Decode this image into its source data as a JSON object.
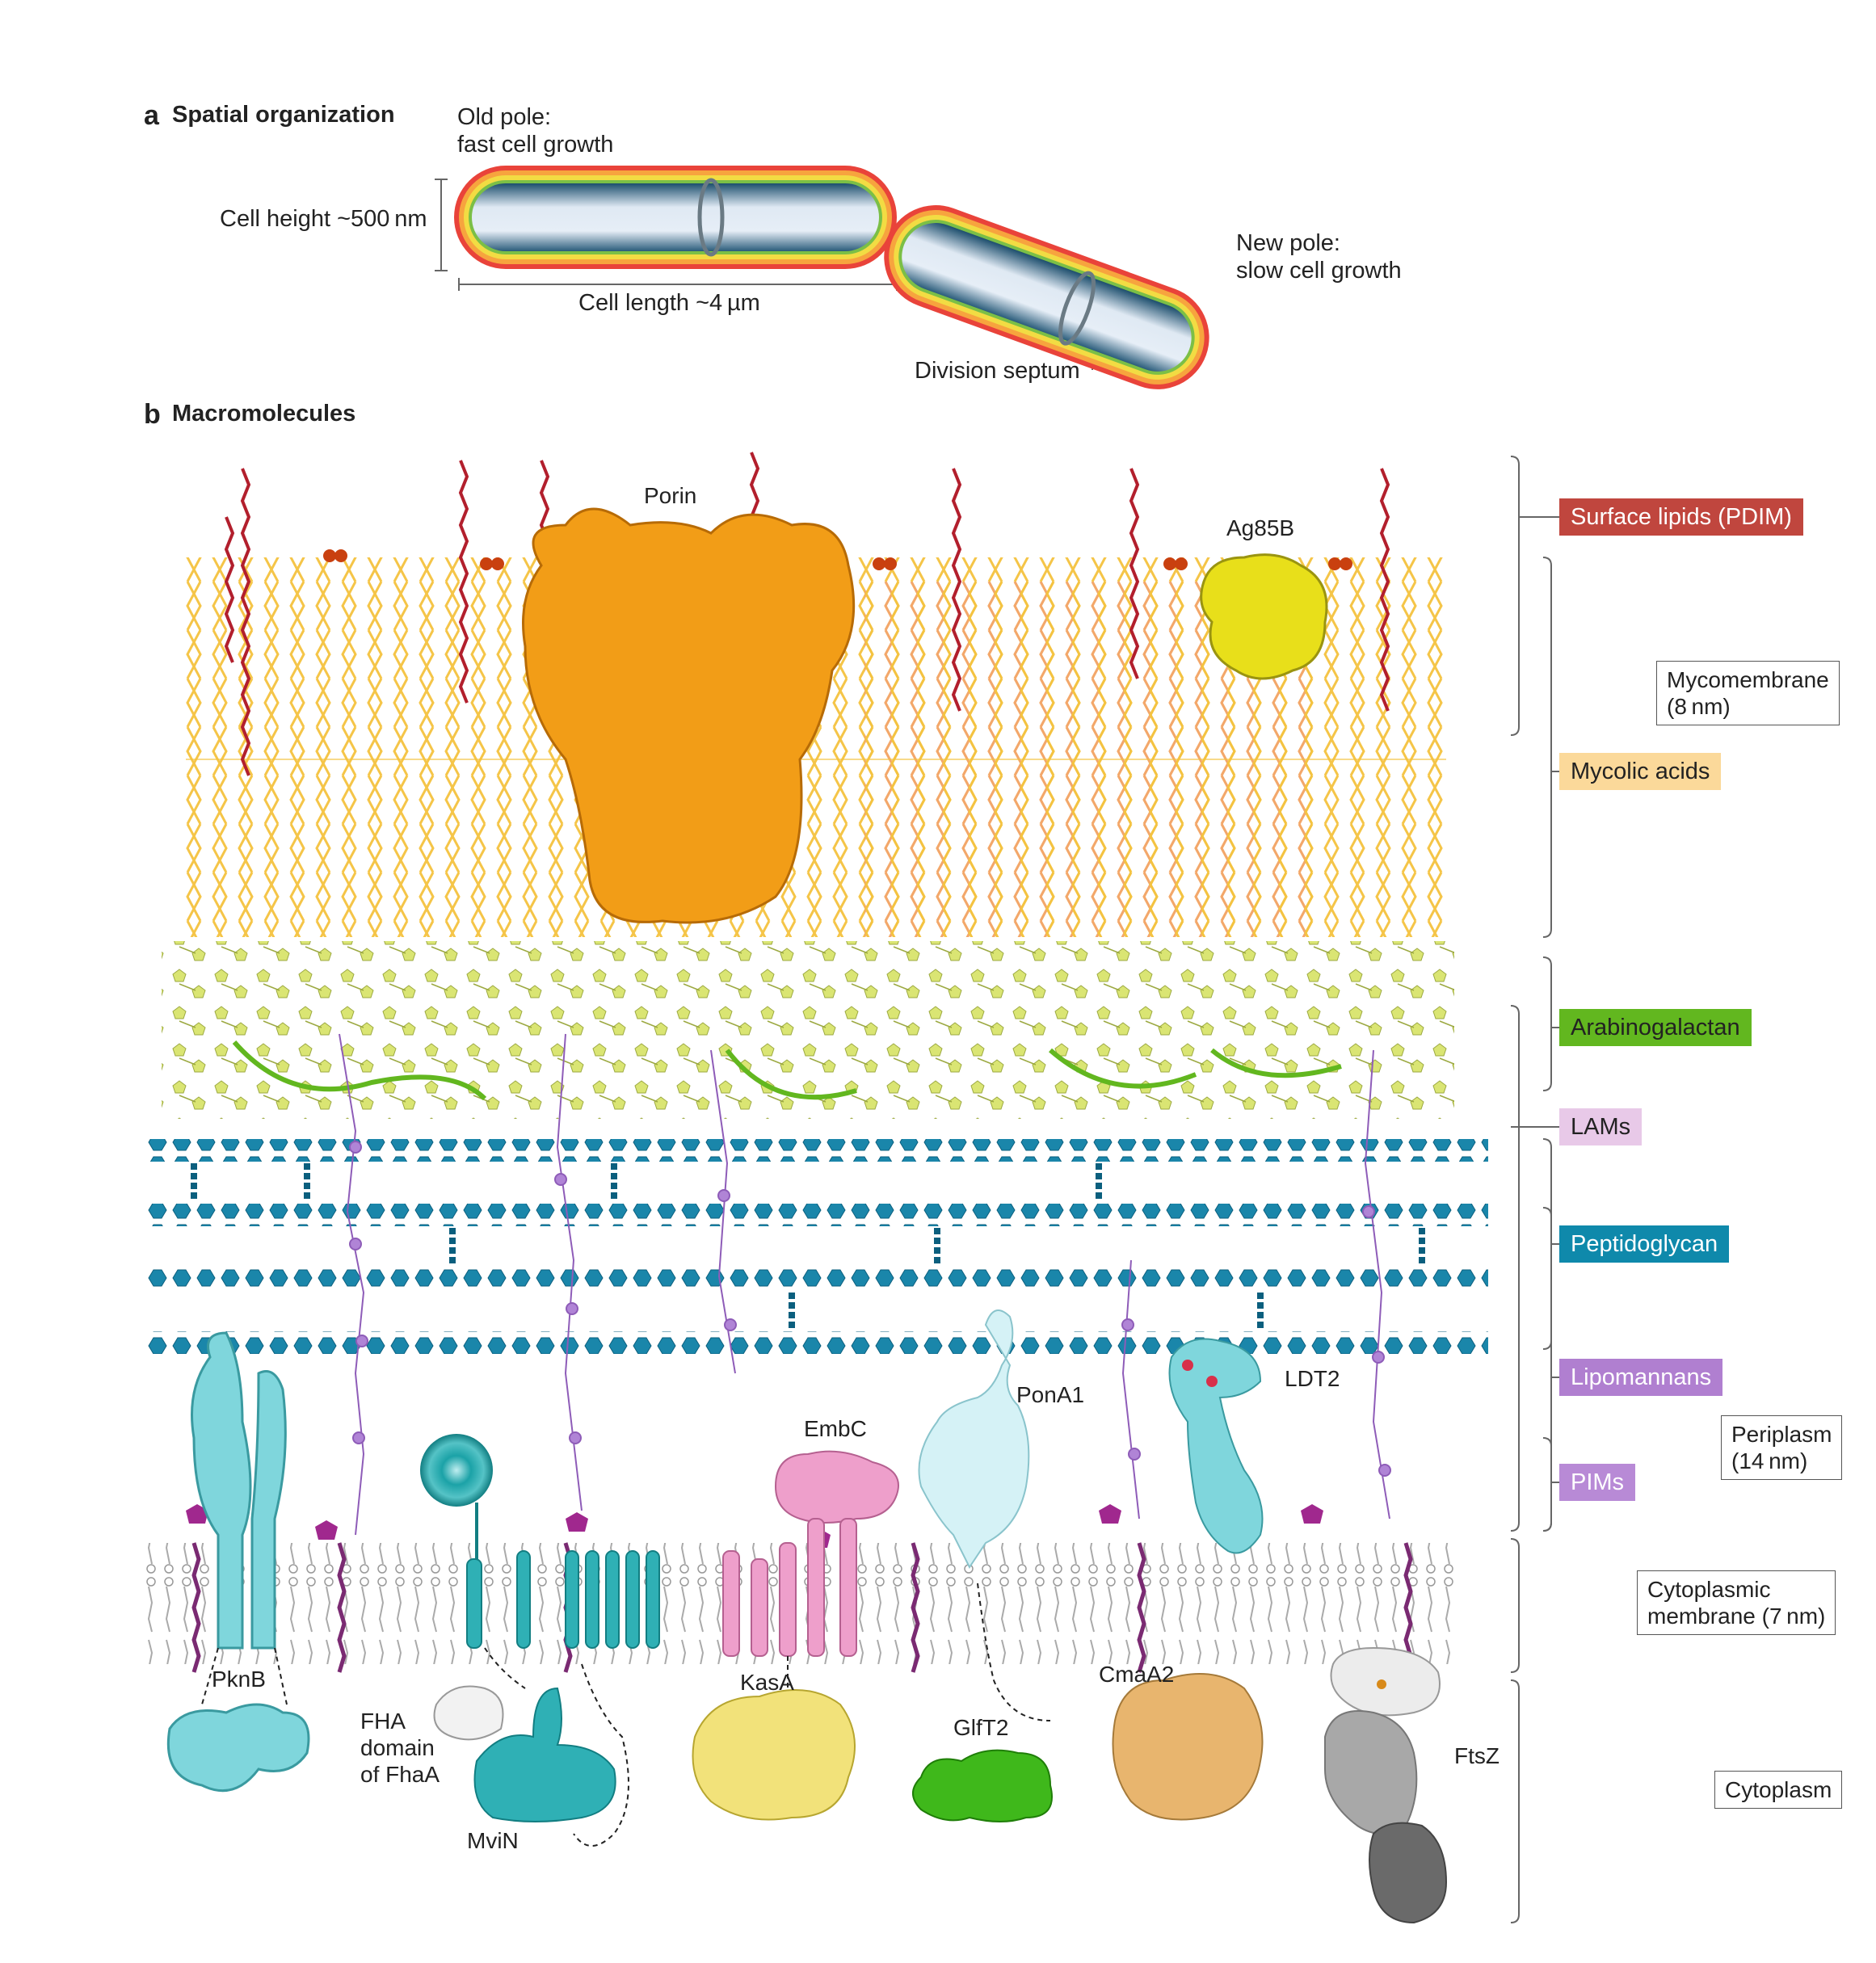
{
  "panel_a": {
    "letter": "a",
    "title": "Spatial organization",
    "old_pole": [
      "Old pole:",
      "fast cell growth"
    ],
    "new_pole": [
      "New pole:",
      "slow cell growth"
    ],
    "cell_height": "Cell height ~500 nm",
    "cell_length": "Cell length ~4 µm",
    "septum": "Division septum"
  },
  "panel_b": {
    "letter": "b",
    "title": "Macromolecules",
    "proteins": {
      "porin": "Porin",
      "ag85b": "Ag85B",
      "embc": "EmbC",
      "pona1": "PonA1",
      "ldt2": "LDT2",
      "pknb": "PknB",
      "fha": [
        "FHA",
        "domain",
        "of FhaA"
      ],
      "mvin": "MviN",
      "kasa": "KasA",
      "glft2": "GlfT2",
      "cmaa2": "CmaA2",
      "ftsz": "FtsZ"
    },
    "legend": [
      {
        "label": "Surface lipids (PDIM)",
        "bg": "#c0463e",
        "fg": "#ffffff"
      },
      {
        "label": "Mycolic acids",
        "bg": "#fbd99a",
        "fg": "#222222"
      },
      {
        "label": "Arabinogalactan",
        "bg": "#62b71f",
        "fg": "#222222"
      },
      {
        "label": "LAMs",
        "bg": "#e8c9e8",
        "fg": "#222222"
      },
      {
        "label": "Peptidoglycan",
        "bg": "#0f89ab",
        "fg": "#ffffff"
      },
      {
        "label": "Lipomannans",
        "bg": "#b07fd0",
        "fg": "#ffffff"
      },
      {
        "label": "PIMs",
        "bg": "#b88ad6",
        "fg": "#ffffff"
      }
    ],
    "layers": {
      "mycomembrane": [
        "Mycomembrane",
        "(8 nm)"
      ],
      "periplasm": [
        "Periplasm",
        "(14 nm)"
      ],
      "cytoplasmic_membrane": [
        "Cytoplasmic",
        "membrane (7 nm)"
      ],
      "cytoplasm": "Cytoplasm"
    }
  },
  "colors": {
    "mycolic": "#f4c23e",
    "surface_lipid": "#b21f2d",
    "porin": "#f29d17",
    "ag85b": "#e8df1a",
    "arabinogalactan": "#d4e05a",
    "peptidoglycan": "#1a86aa",
    "lipomannan": "#b084d6",
    "teal_protein": "#7fd6dc",
    "pink_protein": "#ee9fcb",
    "kasa": "#f2e27a",
    "glft2": "#3fb81b",
    "cmaa2": "#e8b56e",
    "ftsz": "#9a9a9a"
  }
}
